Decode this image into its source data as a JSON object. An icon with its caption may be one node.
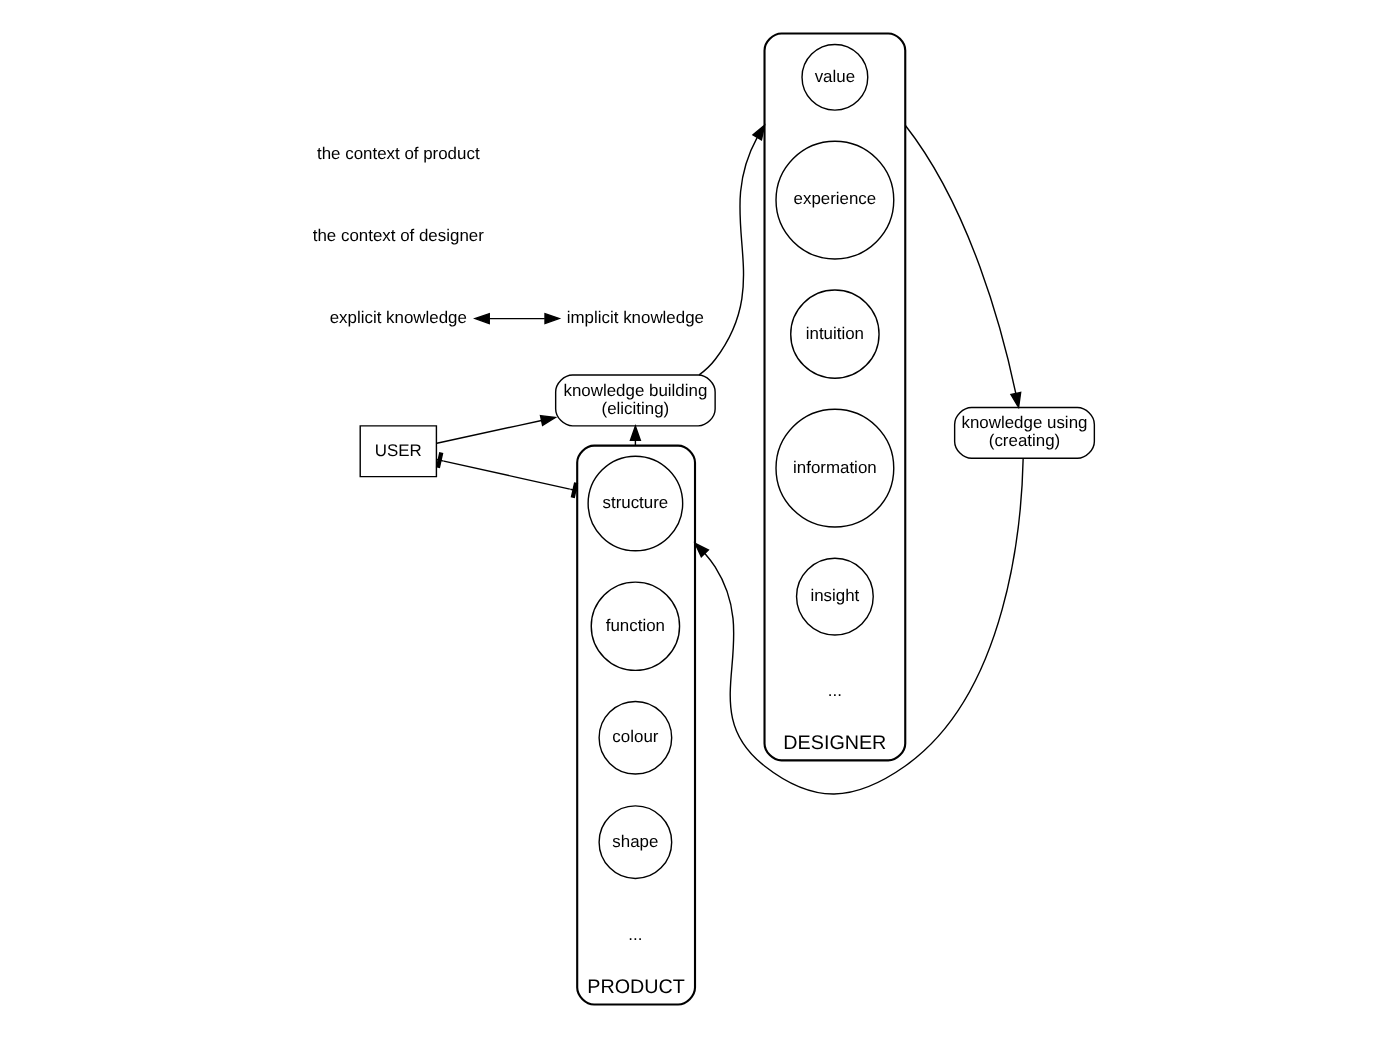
{
  "diagram": {
    "nodes": [
      {
        "text": [
          "USER"
        ]
      },
      {
        "text": [
          "knowledge building",
          "(eliciting)"
        ]
      },
      {
        "text": [
          "PRODUCT"
        ]
      },
      {
        "text": [
          "structure"
        ],
        "in": 2
      },
      {
        "text": [
          "function"
        ],
        "in": 2
      },
      {
        "text": [
          "colour"
        ],
        "in": 2
      },
      {
        "text": [
          "shape"
        ],
        "in": 2
      },
      {
        "text": [
          "DESIGNER"
        ]
      },
      {
        "text": [
          "value"
        ],
        "in": 7
      },
      {
        "text": [
          "experience"
        ],
        "in": 7
      },
      {
        "text": [
          "intuition"
        ],
        "in": 7
      },
      {
        "text": [
          "information"
        ],
        "in": 7
      },
      {
        "text": [
          "insight"
        ],
        "in": 7
      },
      {
        "text": [
          "knowledge using",
          "(creating)"
        ]
      },
      {
        "text": [
          "explicit knowledge"
        ]
      },
      {
        "text": [
          "implicit knowledge"
        ]
      }
    ],
    "edges": [
      {
        "from": 0,
        "to": 1,
        "arrow": "to"
      },
      {
        "from": 0,
        "to": 2,
        "arrow": "other"
      },
      {
        "from": 2,
        "to": 1,
        "arrow": "to"
      },
      {
        "from": 1,
        "to": 7,
        "arrow": "to"
      },
      {
        "from": 7,
        "to": 13,
        "arrow": "to"
      },
      {
        "from": 13,
        "to": 2,
        "arrow": "to"
      },
      {
        "from": 14,
        "to": 15,
        "arrow": "both"
      }
    ],
    "labels": [
      "the context of product",
      "the context of designer",
      "...",
      "..."
    ]
  }
}
